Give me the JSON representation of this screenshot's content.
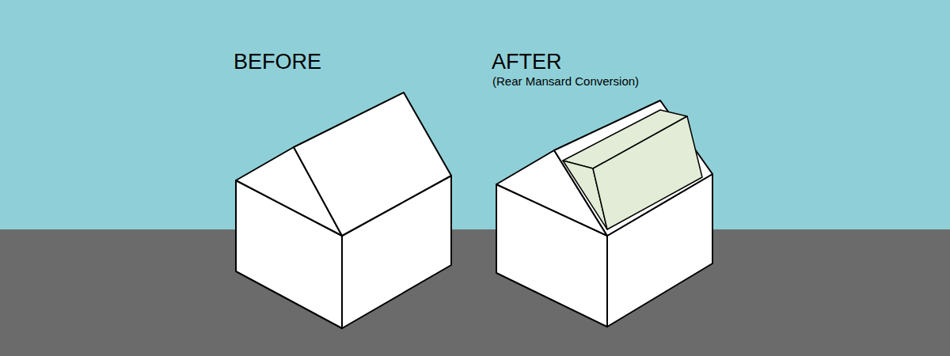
{
  "diagram": {
    "labels": [
      "BEFORE",
      "AFTER",
      "(Rear Mansard Conversion)"
    ]
  }
}
